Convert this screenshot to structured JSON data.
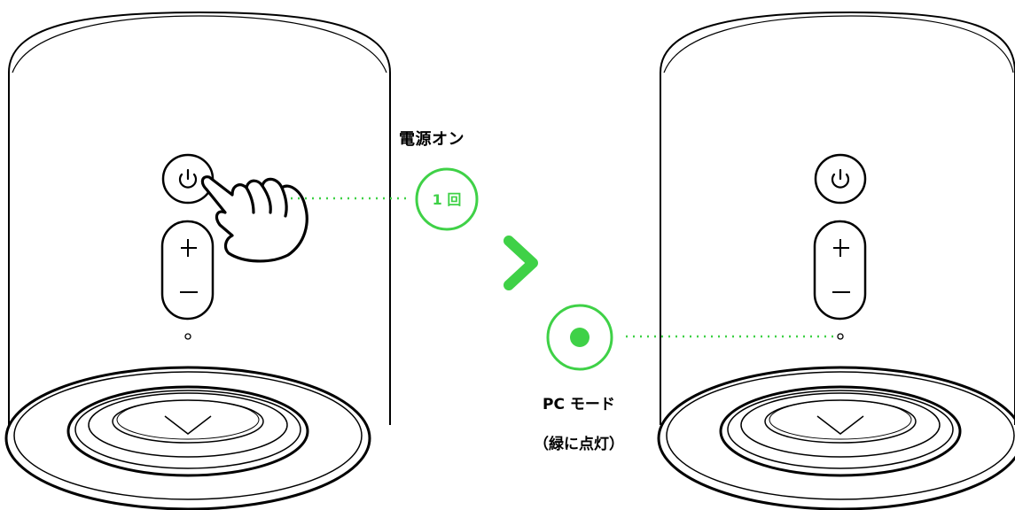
{
  "labels": {
    "power_on": "電源オン",
    "press_count": "1 回",
    "mode": "PC モード",
    "mode_detail": "（緑に点灯）"
  },
  "icons": {
    "power": "power-icon",
    "plus": "plus-icon",
    "minus": "minus-icon",
    "hand": "pointing-hand-icon",
    "arrow": "chevron-right-icon",
    "indicator": "led-indicator-icon"
  },
  "colors": {
    "accent": "#3fd147",
    "outline": "#000000",
    "background": "#ffffff"
  }
}
